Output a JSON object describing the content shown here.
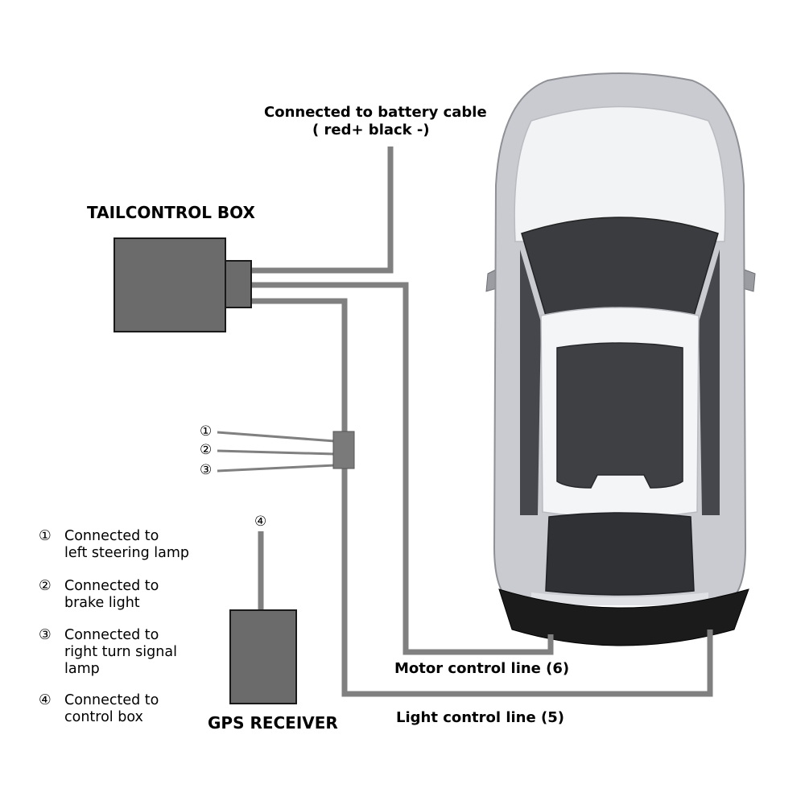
{
  "battery_label": [
    "Connected to battery cable",
    "( red+  black -)"
  ],
  "control_box_title": "TAILCONTROL BOX",
  "gps_title": "GPS RECEIVER",
  "connector_marks": [
    "①",
    "②",
    "③"
  ],
  "gps_mark": "④",
  "motor_line_label": "Motor control line (6)",
  "light_line_label": "Light control line (5)",
  "legend": [
    {
      "mark": "①",
      "text": "Connected to\nleft steering lamp"
    },
    {
      "mark": "②",
      "text": "Connected to\nbrake light"
    },
    {
      "mark": "③",
      "text": "Connected to\nright turn signal\nlamp"
    },
    {
      "mark": "④",
      "text": "Connected to\ncontrol box"
    }
  ],
  "colors": {
    "wire": "#808080",
    "box_fill": "#6b6b6b",
    "box_stroke": "#1a1a1a",
    "car_body": "#c9cbd1",
    "car_roof": "#f4f5f7",
    "glass": "#3a3c40",
    "spoiler": "#1b1b1b"
  }
}
